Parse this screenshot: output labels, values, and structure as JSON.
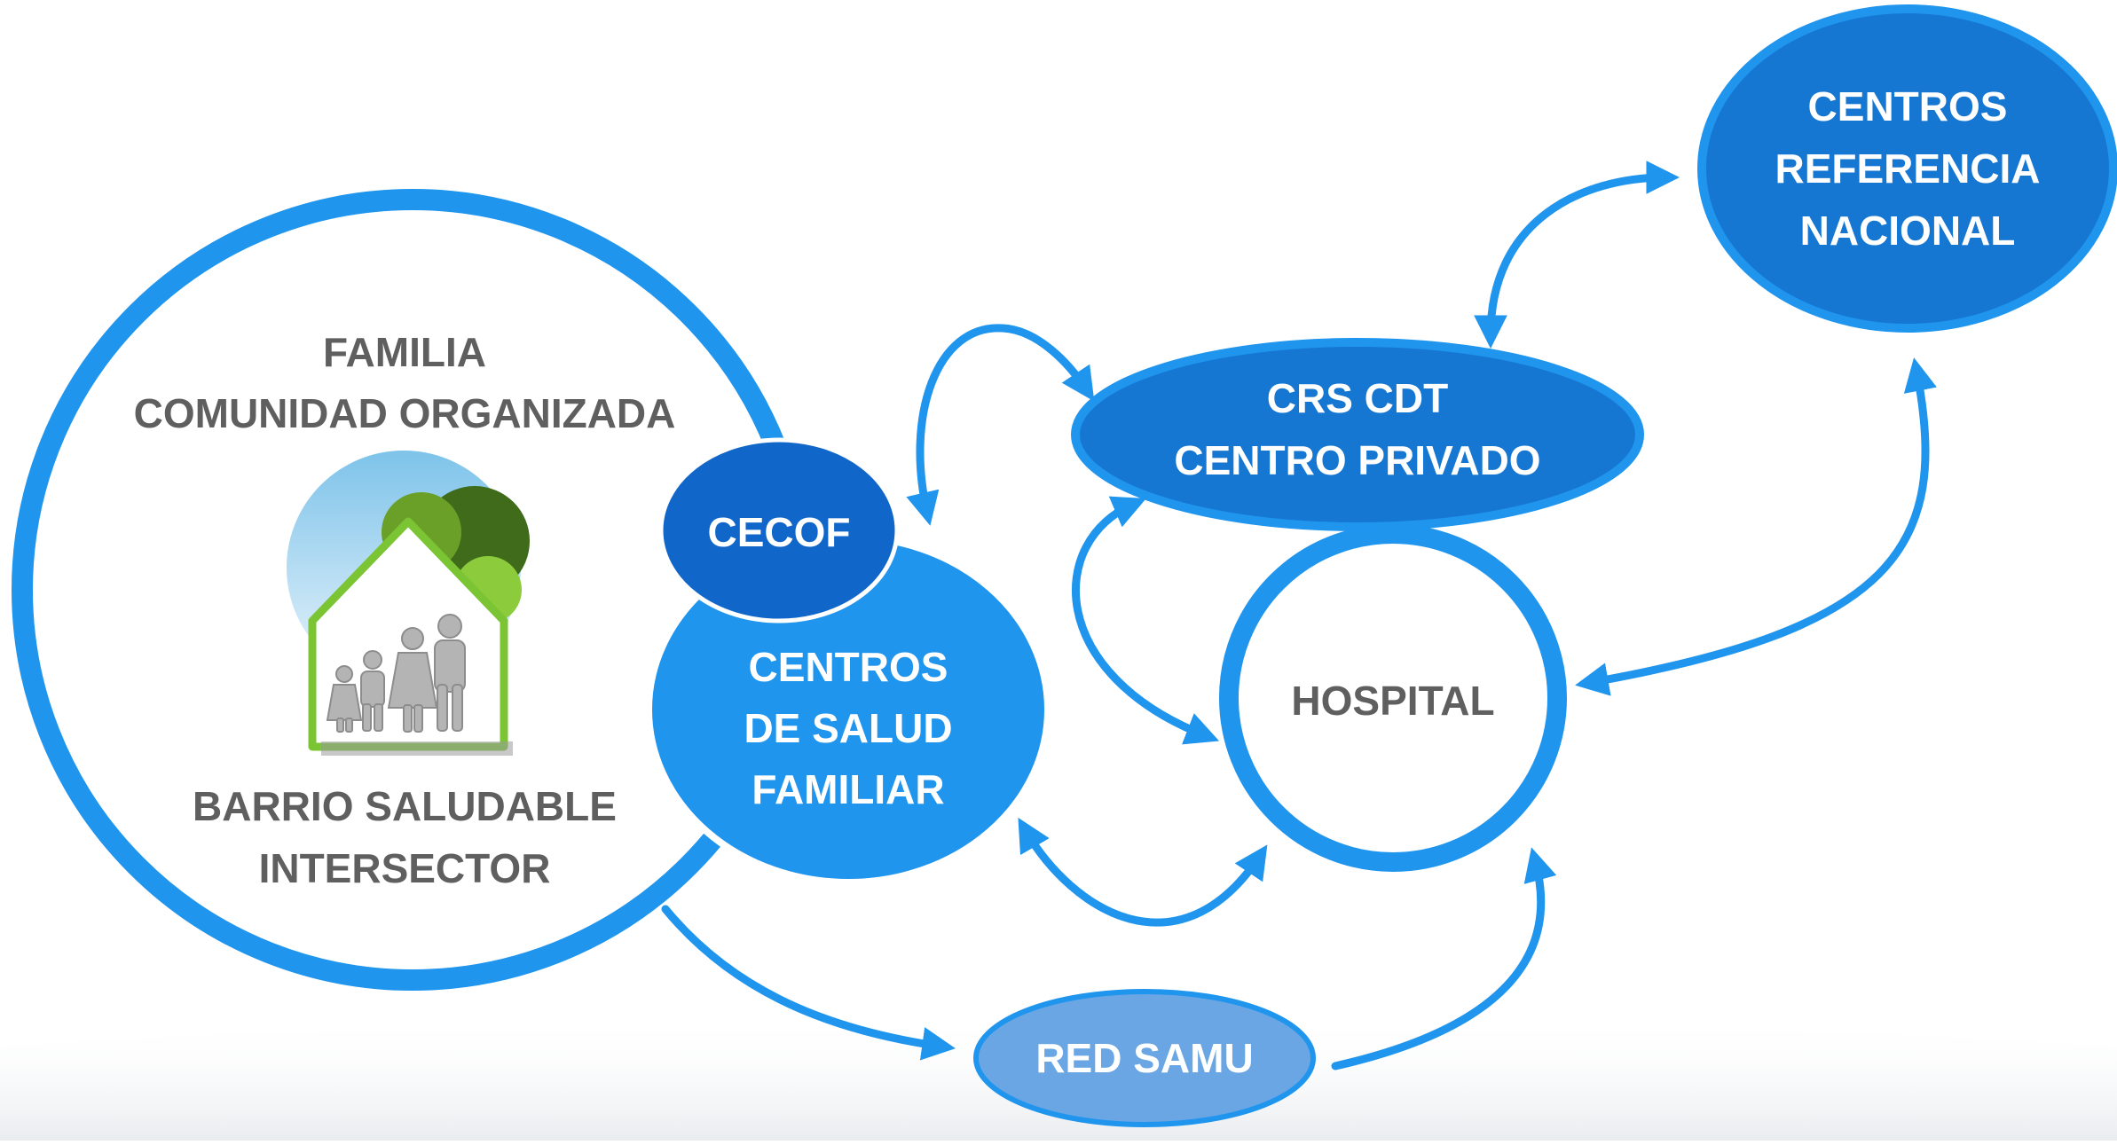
{
  "diagram": {
    "colors": {
      "accent": "#1f95ee",
      "node_dark": "#1677d2",
      "cecof": "#1066c9",
      "samu": "#6aa6e3",
      "text_gray": "#5f5f5f",
      "text_white": "#ffffff"
    },
    "community": {
      "line1": "FAMILIA",
      "line2": "COMUNIDAD ORGANIZADA",
      "line3": "BARRIO SALUDABLE",
      "line4": "INTERSECTOR",
      "icon": "family-house-icon"
    },
    "cecof": {
      "label": "CECOF"
    },
    "cesfam": {
      "line1": "CENTROS",
      "line2": "DE SALUD",
      "line3": "FAMILIAR"
    },
    "crs": {
      "line1": "CRS CDT",
      "line2": "CENTRO PRIVADO"
    },
    "hospital": {
      "label": "HOSPITAL"
    },
    "referencia": {
      "line1": "CENTROS",
      "line2": "REFERENCIA",
      "line3": "NACIONAL"
    },
    "samu": {
      "label": "RED SAMU"
    }
  }
}
